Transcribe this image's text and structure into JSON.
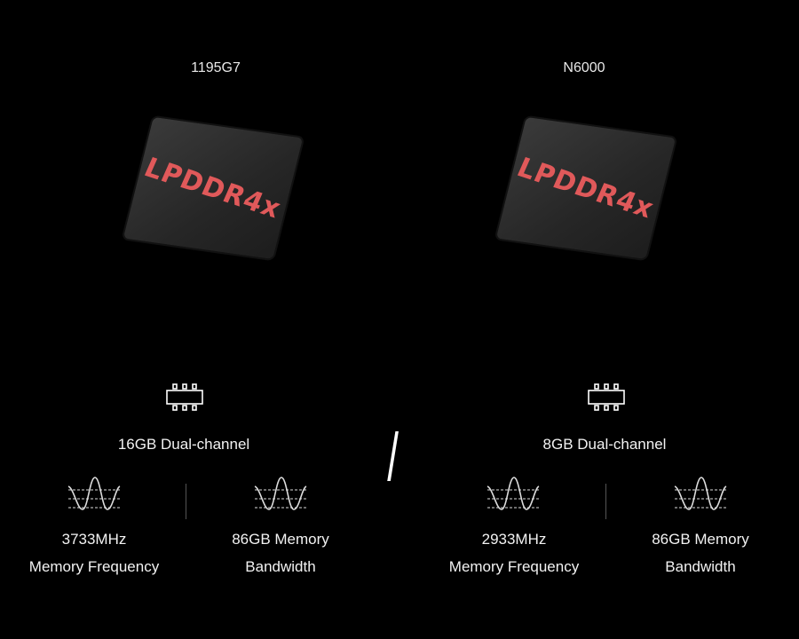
{
  "left": {
    "title": "1195G7",
    "chip_label": "LPDDR4x",
    "capacity": "16GB Dual-channel",
    "frequency_value": "3733MHz",
    "frequency_label": "Memory Frequency",
    "bandwidth_value": "86GB Memory",
    "bandwidth_label": "Bandwidth"
  },
  "right": {
    "title": "N6000",
    "chip_label": "LPDDR4x",
    "capacity": "8GB Dual-channel",
    "frequency_value": "2933MHz",
    "frequency_label": "Memory Frequency",
    "bandwidth_value": "86GB Memory",
    "bandwidth_label": "Bandwidth"
  },
  "separator": "/",
  "colors": {
    "accent": "#e0595a",
    "background": "#000000",
    "text": "#f2f2f2"
  }
}
